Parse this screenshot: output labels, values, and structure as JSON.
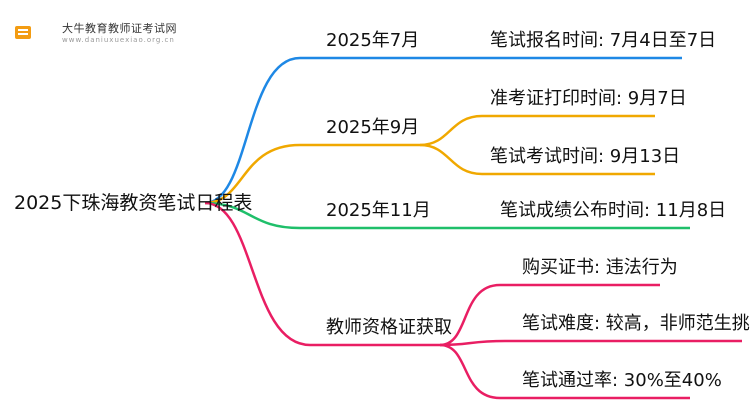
{
  "logo": {
    "name_cn": "大牛教育教师证考试网",
    "url": "www.daniuxuexiao.org.cn"
  },
  "mindmap": {
    "root": "2025下珠海教资笔试日程表",
    "branches": [
      {
        "label": "2025年7月",
        "color": "#1e88e5",
        "children": [
          "笔试报名时间: 7月4日至7日"
        ]
      },
      {
        "label": "2025年9月",
        "color": "#f0a800",
        "children": [
          "准考证打印时间: 9月7日",
          "笔试考试时间: 9月13日"
        ]
      },
      {
        "label": "2025年11月",
        "color": "#1fbf6a",
        "children": [
          "笔试成绩公布时间: 11月8日"
        ]
      },
      {
        "label": "教师资格证获取",
        "color": "#e91e63",
        "children": [
          "购买证书: 违法行为",
          "笔试难度: 较高，非师范生挑战大",
          "笔试通过率: 30%至40%"
        ]
      }
    ]
  }
}
